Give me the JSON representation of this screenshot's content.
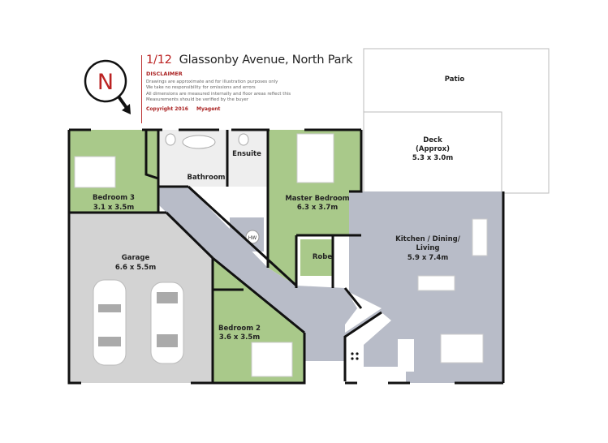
{
  "header": {
    "unit_number": "1/12",
    "street": "Glassonby Avenue, North Park",
    "disclaimer_title": "DISCLAIMER",
    "disclaimer_lines": [
      "Drawings are approximate and for illustration purposes only",
      "We take no responsibility for omissions and errors",
      "All dimensions are measured internally and floor areas reflect this",
      "Measurements should be verified by the buyer"
    ],
    "copyright": "Copyright 2016",
    "agent": "Myagent"
  },
  "compass": {
    "label": "N",
    "icon": "compass-north-icon"
  },
  "colors": {
    "bedroom": "#a9c98a",
    "hallway": "#b8bcc8",
    "garage": "#d3d3d3",
    "wall": "#111111",
    "accent": "#b22222"
  },
  "rooms": {
    "patio": {
      "name": "Patio"
    },
    "deck": {
      "name": "Deck",
      "note": "(Approx)",
      "dims": "5.3 x 3.0m"
    },
    "bedroom3": {
      "name": "Bedroom 3",
      "dims": "3.1 x 3.5m"
    },
    "bathroom": {
      "name": "Bathroom"
    },
    "ensuite": {
      "name": "Ensuite"
    },
    "master": {
      "name": "Master Bedroom",
      "dims": "6.3 x 3.7m"
    },
    "robe": {
      "name": "Robe"
    },
    "hw": {
      "name": "HW"
    },
    "garage": {
      "name": "Garage",
      "dims": "6.6 x 5.5m"
    },
    "bedroom2": {
      "name": "Bedroom 2",
      "dims": "3.6 x 3.5m"
    },
    "kitchen": {
      "name": "Kitchen / Dining/",
      "name2": "Living",
      "dims": "5.9 x 7.4m"
    }
  }
}
